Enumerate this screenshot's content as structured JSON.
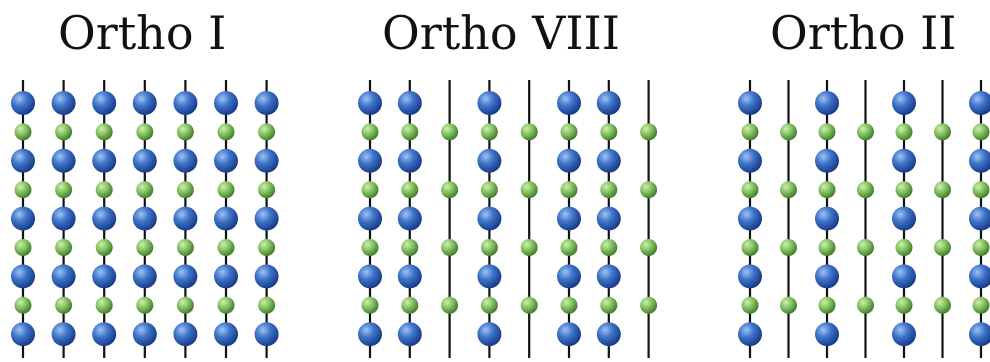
{
  "panels": [
    {
      "title": "Ortho I",
      "columns": [
        {
          "spheres": "BGBGBGBGB"
        },
        {
          "spheres": "BGBGBGBGB"
        },
        {
          "spheres": "BGBGBGBGB"
        },
        {
          "spheres": "BGBGBGBGB"
        },
        {
          "spheres": "BGBGBGBGB"
        },
        {
          "spheres": "BGBGBGBGB"
        },
        {
          "spheres": "BGBGBGBGB"
        }
      ]
    },
    {
      "title": "Ortho VIII",
      "columns": [
        {
          "spheres": "BGBGBGBGB"
        },
        {
          "spheres": "BGBGBGBGB"
        },
        {
          "spheres": "-G-G-G-G-"
        },
        {
          "spheres": "BGBGBGBGB"
        },
        {
          "spheres": "-G-G-G-G-"
        },
        {
          "spheres": "BGBGBGBGB"
        },
        {
          "spheres": "BGBGBGBGB"
        },
        {
          "spheres": "-G-G-G-G-"
        }
      ]
    },
    {
      "title": "Ortho II",
      "columns": [
        {
          "spheres": "BGBGBGBGB"
        },
        {
          "spheres": "-G-G-G-G-"
        },
        {
          "spheres": "BGBGBGBGB"
        },
        {
          "spheres": "-G-G-G-G-"
        },
        {
          "spheres": "BGBGBGBGB"
        },
        {
          "spheres": "-G-G-G-G-"
        },
        {
          "spheres": "BGBGBGBGB"
        }
      ]
    }
  ],
  "colors": {
    "blue_light": "#5b8fd9",
    "blue_dark": "#173a8a",
    "green_light": "#9fd27a",
    "green_dark": "#3f7d2c",
    "stick": "#111111"
  }
}
